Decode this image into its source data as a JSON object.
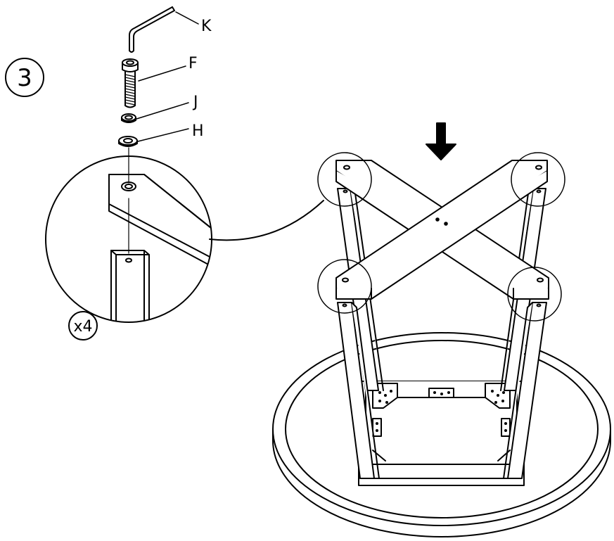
{
  "step": {
    "number": "3"
  },
  "quantity": {
    "text": "x4"
  },
  "parts": {
    "k": "K",
    "f": "F",
    "j": "J",
    "h": "H"
  },
  "colors": {
    "ink": "#000000",
    "paper": "#ffffff"
  },
  "icons": {
    "direction": "arrow-down-icon"
  }
}
